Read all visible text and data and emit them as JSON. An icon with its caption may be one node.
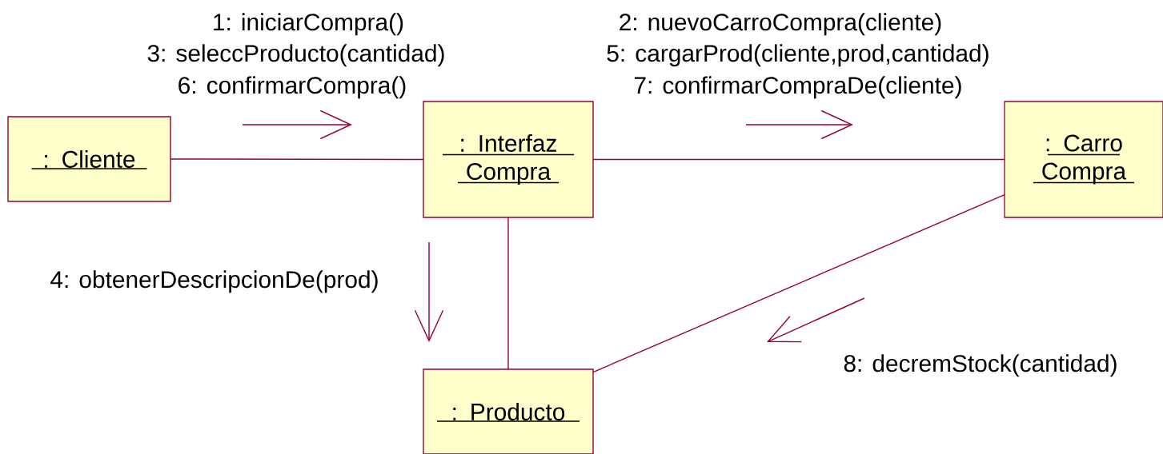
{
  "diagram": {
    "nodes": [
      {
        "text": [
          ": Cliente"
        ]
      },
      {
        "text": [
          ": Interfaz Compra"
        ]
      },
      {
        "text": [
          ": Carro Compra"
        ]
      },
      {
        "text": [
          ": Producto"
        ]
      }
    ],
    "edges": [
      {
        "from": 0,
        "to": 1,
        "arrow": "none"
      },
      {
        "from": 1,
        "to": 2,
        "arrow": "none"
      },
      {
        "from": 1,
        "to": 3,
        "arrow": "none"
      },
      {
        "from": 2,
        "to": 3,
        "arrow": "none"
      }
    ],
    "labels": [
      "1: iniciarCompra()",
      "3: seleccProducto(cantidad)",
      "6: confirmarCompra()",
      "2: nuevoCarroCompra(cliente)",
      "5: cargarProd(cliente,prod,cantidad)",
      "7: confirmarCompraDe(cliente)",
      "4: obtenerDescripcionDe(prod)",
      "8: decremStock(cantidad)"
    ]
  }
}
